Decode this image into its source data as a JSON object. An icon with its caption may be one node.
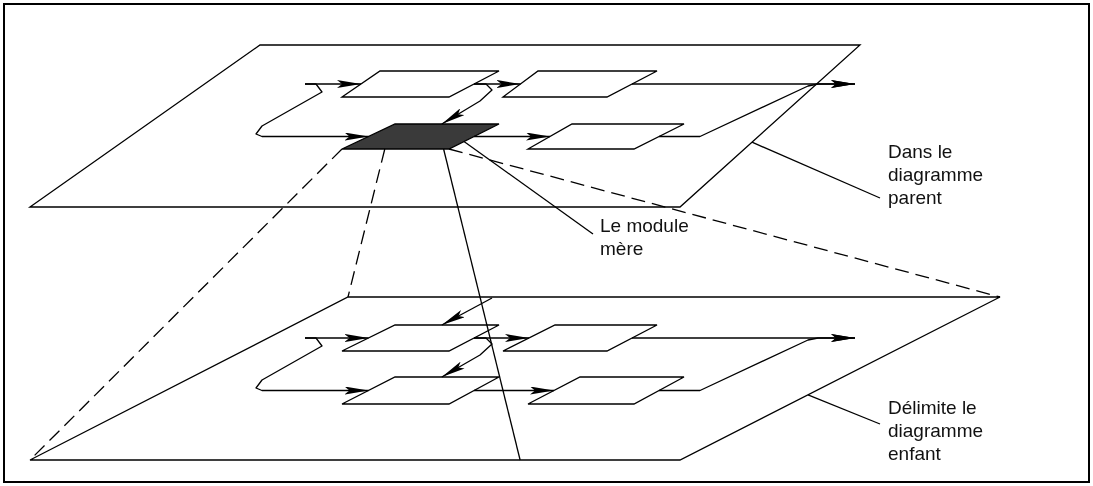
{
  "diagram": {
    "nodes": [
      {
        "text": [],
        "shape": "parallelogram"
      },
      {
        "text": [],
        "shape": "parallelogram",
        "in": 0
      },
      {
        "text": [],
        "shape": "parallelogram",
        "in": 0
      },
      {
        "text": [],
        "shape": "parallelogram",
        "in": 0
      },
      {
        "text": [],
        "shape": "parallelogram",
        "in": 0
      },
      {
        "text": [
          "Dans le diagramme parent"
        ]
      },
      {
        "text": [
          "Le module mère"
        ]
      },
      {
        "text": [],
        "shape": "parallelogram"
      },
      {
        "text": [],
        "shape": "parallelogram",
        "in": 7
      },
      {
        "text": [],
        "shape": "parallelogram",
        "in": 7
      },
      {
        "text": [],
        "shape": "parallelogram",
        "in": 7
      },
      {
        "text": [],
        "shape": "parallelogram",
        "in": 7
      },
      {
        "text": [
          "Délimite le diagramme enfant"
        ]
      }
    ],
    "edges": [
      {
        "from": null,
        "to": 1,
        "arrow": "to"
      },
      {
        "from": null,
        "to": 3,
        "arrow": "to"
      },
      {
        "from": 1,
        "to": 2,
        "arrow": "to"
      },
      {
        "from": 1,
        "to": 3,
        "arrow": "to"
      },
      {
        "from": 3,
        "to": 4,
        "arrow": "to"
      },
      {
        "from": 2,
        "to": null,
        "arrow": "to"
      },
      {
        "from": 4,
        "to": null,
        "arrow": "to"
      },
      {
        "from": 5,
        "to": 0,
        "arrow": "none"
      },
      {
        "from": 6,
        "to": 3,
        "arrow": "none"
      },
      {
        "from": 3,
        "to": 7,
        "arrow": "none",
        "style": "dashed"
      },
      {
        "from": 3,
        "to": 7,
        "arrow": "none",
        "style": "dashed"
      },
      {
        "from": 3,
        "to": 7,
        "arrow": "none"
      },
      {
        "from": 3,
        "to": 7,
        "arrow": "none",
        "style": "dashed"
      },
      {
        "from": null,
        "to": 8,
        "arrow": "to"
      },
      {
        "from": null,
        "to": 10,
        "arrow": "to"
      },
      {
        "from": null,
        "to": 8,
        "arrow": "to"
      },
      {
        "from": 8,
        "to": 9,
        "arrow": "to"
      },
      {
        "from": 8,
        "to": 10,
        "arrow": "to"
      },
      {
        "from": 10,
        "to": 11,
        "arrow": "to"
      },
      {
        "from": 9,
        "to": null,
        "arrow": "to"
      },
      {
        "from": 11,
        "to": null,
        "arrow": "to"
      },
      {
        "from": 12,
        "to": 7,
        "arrow": "none"
      }
    ]
  }
}
